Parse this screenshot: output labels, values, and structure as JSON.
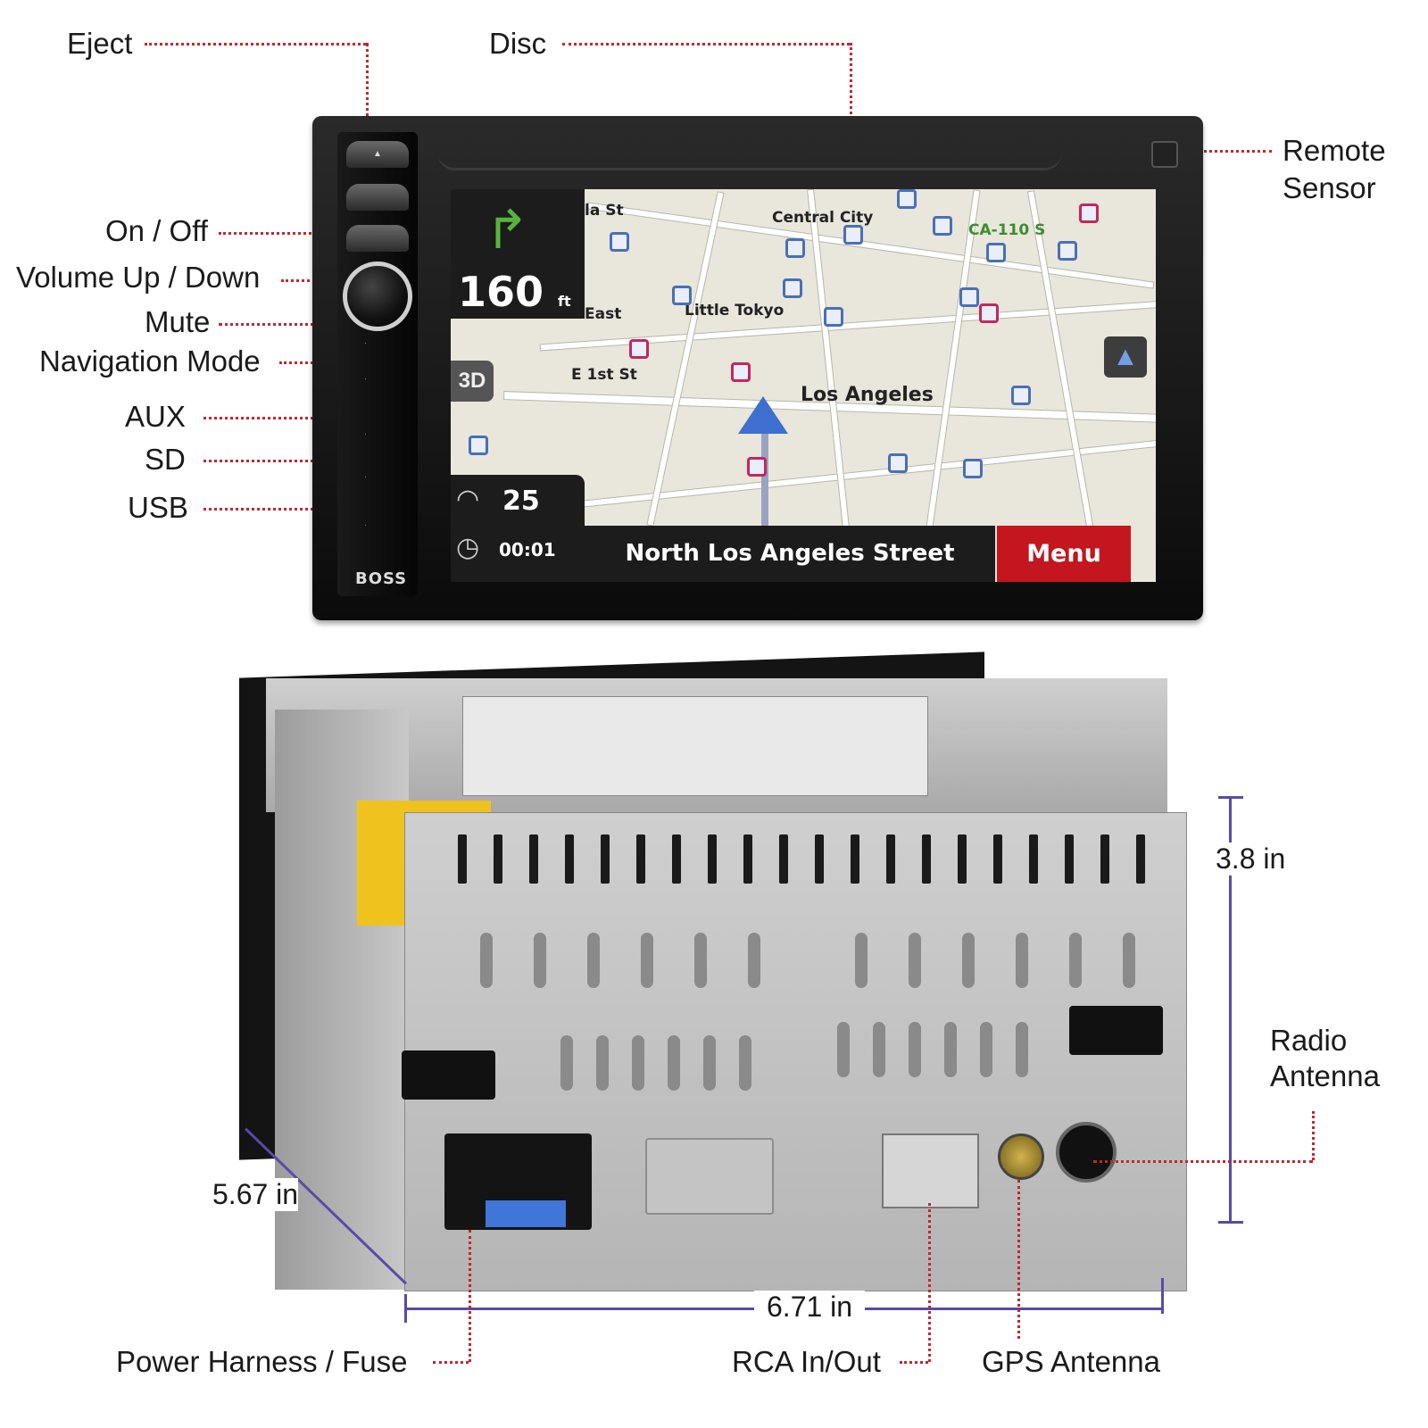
{
  "callouts": {
    "eject": "Eject",
    "disc": "Disc",
    "remote_sensor_line1": "Remote",
    "remote_sensor_line2": "Sensor",
    "on_off": "On / Off",
    "volume": "Volume Up / Down",
    "mute": "Mute",
    "navigation_mode": "Navigation Mode",
    "aux": "AUX",
    "sd": "SD",
    "usb": "USB",
    "radio_antenna_line1": "Radio",
    "radio_antenna_line2": "Antenna",
    "power_harness": "Power Harness / Fuse",
    "rca": "RCA In/Out",
    "gps_antenna": "GPS Antenna"
  },
  "dimensions": {
    "height": "3.8 in",
    "depth": "5.67 in",
    "width": "6.71 in"
  },
  "device": {
    "brand": "BOSS"
  },
  "navigation_screen": {
    "distance_value": "160",
    "distance_unit": "ft",
    "mode_3d": "3D",
    "speed": "25",
    "elapsed_time": "00:01",
    "street": "North Los Angeles Street",
    "menu_label": "Menu",
    "map_labels": {
      "la_st": "la St",
      "central_city": "Central City",
      "highway": "CA-110 S",
      "east": "East",
      "little_tokyo": "Little Tokyo",
      "e_1st_st": "E 1st St",
      "los_angeles": "Los Angeles"
    }
  },
  "colors": {
    "leader_line": "#c0282e",
    "dimension_line": "#5a4aa8",
    "menu_button": "#c3161e",
    "turn_arrow": "#57b33e"
  }
}
